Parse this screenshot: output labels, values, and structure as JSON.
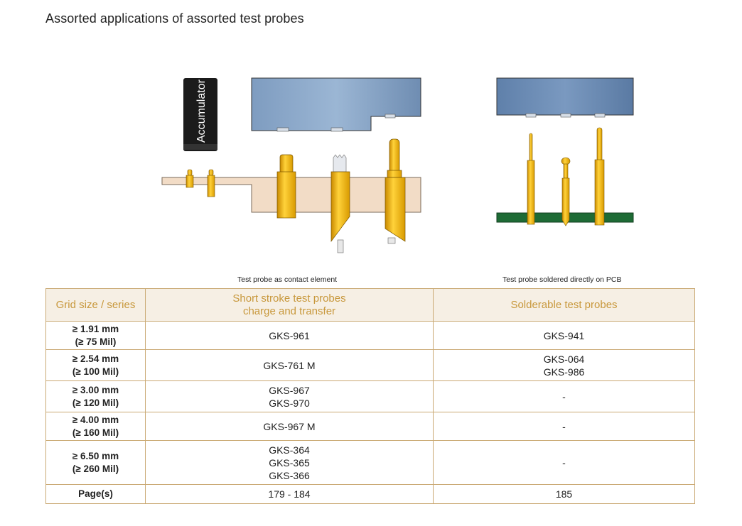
{
  "title": "Assorted applications of assorted test probes",
  "illustration": {
    "accumulator_label": "Accumulator"
  },
  "captions": {
    "left": "Test probe as contact element",
    "right": "Test probe soldered directly on PCB"
  },
  "table": {
    "headers": {
      "grid": "Grid size / series",
      "short_line1": "Short stroke test probes",
      "short_line2": "charge and transfer",
      "solder": "Solderable test probes"
    },
    "rows": [
      {
        "grid1": "≥ 1.91 mm",
        "grid2": "(≥ 75 Mil)",
        "short": [
          "GKS-961"
        ],
        "solder": [
          "GKS-941"
        ]
      },
      {
        "grid1": "≥ 2.54 mm",
        "grid2": "(≥ 100 Mil)",
        "short": [
          "GKS-761 M"
        ],
        "solder": [
          "GKS-064",
          "GKS-986"
        ]
      },
      {
        "grid1": "≥ 3.00 mm",
        "grid2": "(≥ 120 Mil)",
        "short": [
          "GKS-967",
          "GKS-970"
        ],
        "solder": [
          "-"
        ]
      },
      {
        "grid1": "≥ 4.00 mm",
        "grid2": "(≥ 160 Mil)",
        "short": [
          "GKS-967 M"
        ],
        "solder": [
          "-"
        ]
      },
      {
        "grid1": "≥ 6.50 mm",
        "grid2": "(≥ 260 Mil)",
        "short": [
          "GKS-364",
          "GKS-365",
          "GKS-366"
        ],
        "solder": [
          "-"
        ]
      }
    ],
    "footer": {
      "label": "Page(s)",
      "short": "179 - 184",
      "solder": "185"
    }
  }
}
